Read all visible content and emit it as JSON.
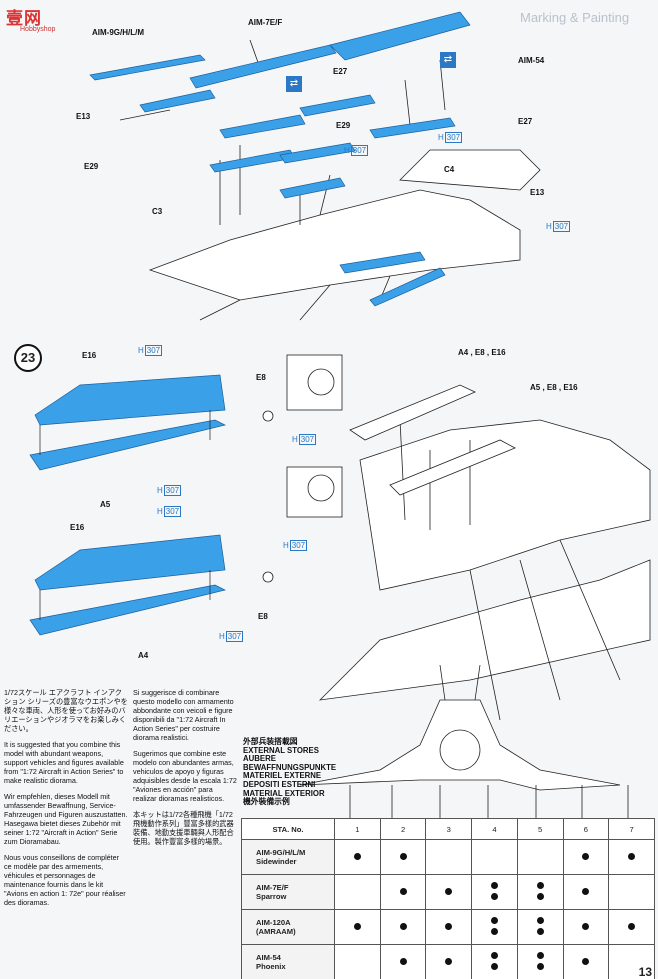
{
  "header": {
    "logo": "壹网",
    "logo_sub": "Hobbyshop",
    "bg_title": "Marking & Painting"
  },
  "labels": {
    "aim9": "AIM-9G/H/L/M",
    "aim7": "AIM-7E/F",
    "aim54": "AIM-54",
    "e13_top": "E13",
    "e27_a": "E27",
    "e27_b": "E27",
    "e29_a": "E29",
    "e29_b": "E29",
    "c3": "C3",
    "c4": "C4",
    "e13_right": "E13",
    "e16_a": "E16",
    "e16_b": "E16",
    "e8_a": "E8",
    "e8_b": "E8",
    "a5": "A5",
    "a4": "A4",
    "a4e8e16": "A4 , E8 , E16",
    "a5e8e16": "A5 , E8 , E16",
    "h307": "H",
    "h307_num": "307"
  },
  "step": {
    "number": "23"
  },
  "notes": {
    "jp1": "1/72スケール エアクラフト インアクション シリーズの豊富なウエポンやを様々な車両、人形を使ってお好みのバリエーションやジオラマをお楽しみください。",
    "en": "It is suggested that you combine this model with abundant weapons, support vehicles and figures available from \"1:72 Aircraft in Action Series\" to make realistic diorama.",
    "de": "Wir empfehlen, dieses Modell mit umfassender Bewaffnung, Service-Fahrzeugen und Figuren auszustatten. Hasegawa bietet dieses Zubehör mit seiner 1:72 \"Aircraft in Action\" Serie zum Dioramabau.",
    "fr": "Nous vous conseillons de compléter ce modèle par des armements, véhicules et personnages de maintenance fournis dans le kit \"Avions en action 1: 72e\" pour réaliser des dioramas.",
    "it": "Si suggerisce di combinare questo modello con armamento abbondante con veicoli e figure disponibili da \"1:72 Aircraft In Action Series\" per costruire diorama realistici.",
    "es": "Sugerimos que combine este modelo con abundantes armas, vehiculos de apoyo y figuras adquisibles desde la escala 1:72 \"Aviones en acción\" para realizar dioramas realisticos.",
    "jp2": "本キットは1/72各種飛機「1/72飛機動作系列」豐富多樣的武器裝備、地勤支援車輛與人形配合使用。製作豐富多樣的場景。"
  },
  "stores": {
    "titles": [
      "外部兵装搭載図",
      "EXTERNAL STORES",
      "AUBERE",
      "BEWAFFNUNGSPUNKTE",
      "MATERIEL EXTERNE",
      "DEPOSITI ESTERNI",
      "MATERIAL EXTERIOR",
      "機外裝備示例"
    ],
    "header": "STA. No.",
    "stations": [
      "1",
      "2",
      "3",
      "4",
      "5",
      "6",
      "7"
    ],
    "rows": [
      {
        "name": "AIM-9G/H/L/M",
        "sub": "Sidewinder",
        "dots": [
          1,
          1,
          0,
          0,
          0,
          1,
          1
        ]
      },
      {
        "name": "AIM-7E/F",
        "sub": "Sparrow",
        "dots": [
          0,
          1,
          1,
          2,
          2,
          1,
          0
        ]
      },
      {
        "name": "AIM-120A",
        "sub": "(AMRAAM)",
        "dots": [
          1,
          1,
          1,
          2,
          2,
          1,
          1
        ]
      },
      {
        "name": "AIM-54",
        "sub": "Phoenix",
        "dots": [
          0,
          1,
          1,
          2,
          2,
          1,
          0
        ]
      }
    ]
  },
  "page_number": "13"
}
